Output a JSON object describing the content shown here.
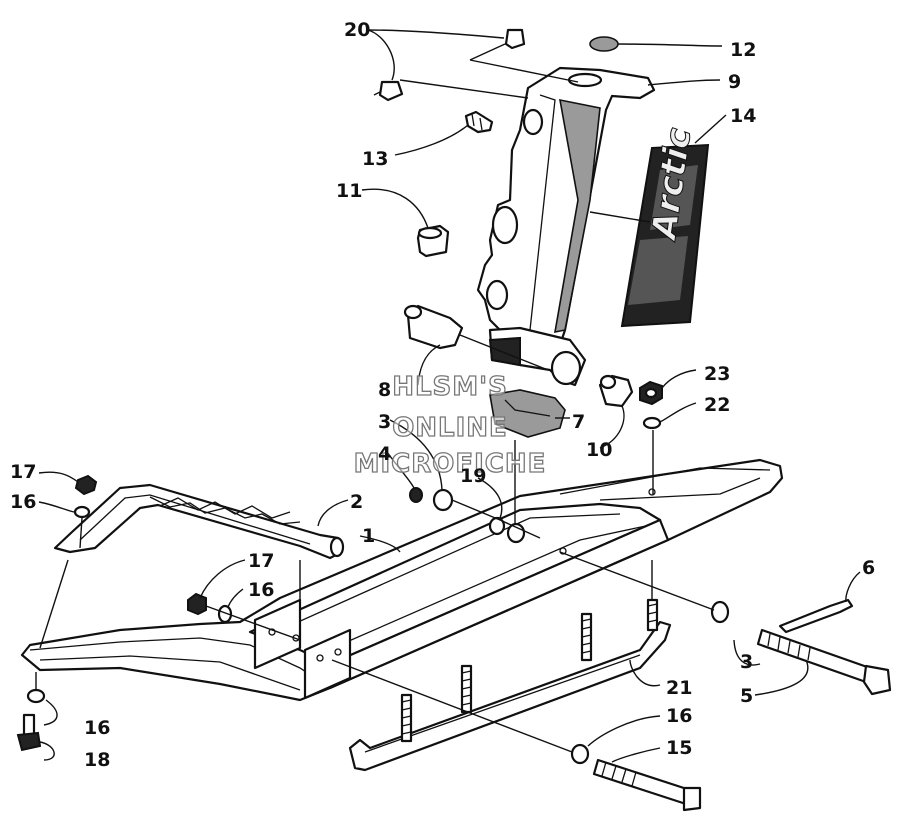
{
  "watermark": {
    "line1": "HLSM'S",
    "line2": "ONLINE",
    "line3": "MICROFICHE"
  },
  "decal_text": "Arctic",
  "callouts": [
    {
      "id": "c20",
      "text": "20"
    },
    {
      "id": "c12",
      "text": "12"
    },
    {
      "id": "c9",
      "text": "9"
    },
    {
      "id": "c14",
      "text": "14"
    },
    {
      "id": "c13",
      "text": "13"
    },
    {
      "id": "c11",
      "text": "11"
    },
    {
      "id": "c8",
      "text": "8"
    },
    {
      "id": "c23",
      "text": "23"
    },
    {
      "id": "c22",
      "text": "22"
    },
    {
      "id": "c3a",
      "text": "3"
    },
    {
      "id": "c7",
      "text": "7"
    },
    {
      "id": "c10",
      "text": "10"
    },
    {
      "id": "c4",
      "text": "4"
    },
    {
      "id": "c19",
      "text": "19"
    },
    {
      "id": "c17a",
      "text": "17"
    },
    {
      "id": "c16a",
      "text": "16"
    },
    {
      "id": "c2",
      "text": "2"
    },
    {
      "id": "c1",
      "text": "1"
    },
    {
      "id": "c17b",
      "text": "17"
    },
    {
      "id": "c16b",
      "text": "16"
    },
    {
      "id": "c6",
      "text": "6"
    },
    {
      "id": "c3b",
      "text": "3"
    },
    {
      "id": "c5",
      "text": "5"
    },
    {
      "id": "c21",
      "text": "21"
    },
    {
      "id": "c16c",
      "text": "16"
    },
    {
      "id": "c16d",
      "text": "16"
    },
    {
      "id": "c18",
      "text": "18"
    },
    {
      "id": "c15",
      "text": "15"
    }
  ]
}
